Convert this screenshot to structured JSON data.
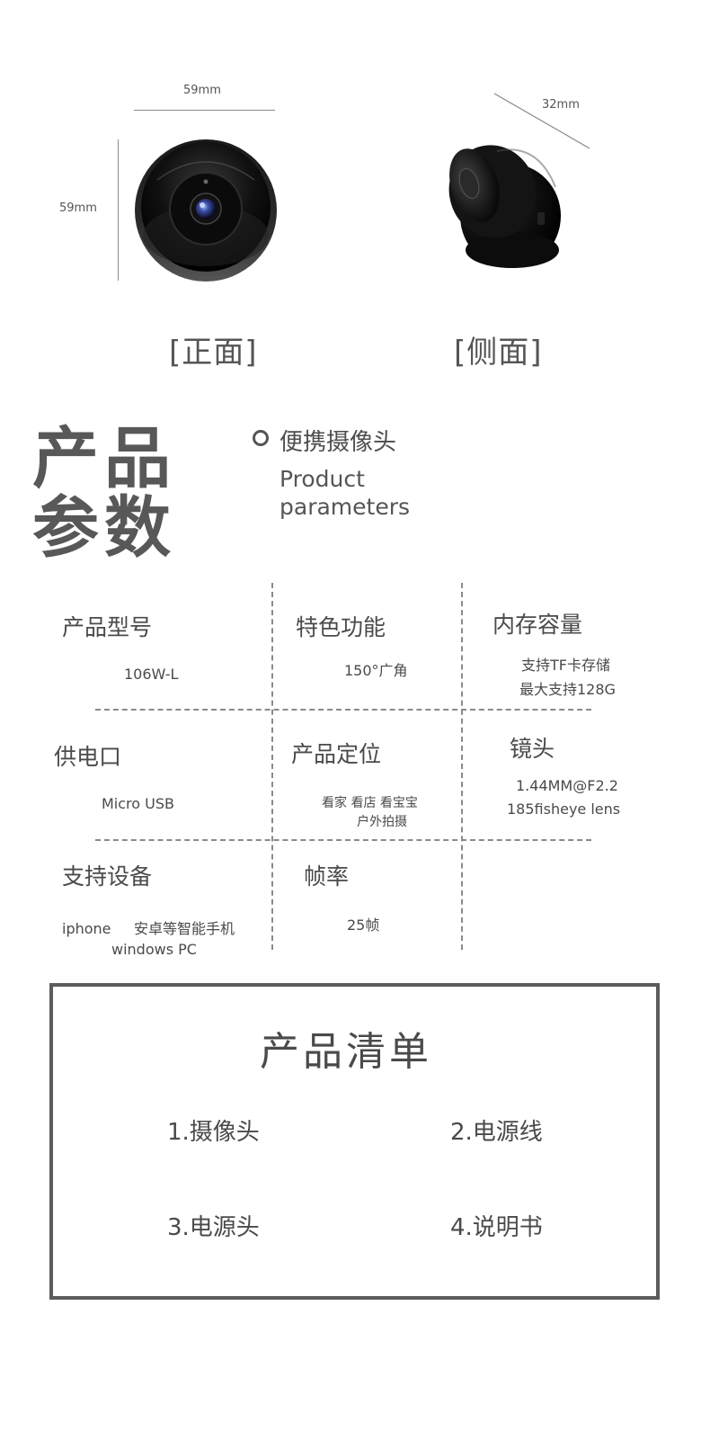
{
  "dimensions": {
    "front_width": "59mm",
    "front_height": "59mm",
    "side_depth": "32mm"
  },
  "views": {
    "front_caption": "[正面]",
    "side_caption": "[侧面]"
  },
  "header": {
    "title_line1": "产品",
    "title_line2": "参数",
    "subtitle_cn": "便携摄像头",
    "subtitle_en_line1": "Product",
    "subtitle_en_line2": "parameters"
  },
  "specs": {
    "model": {
      "label": "产品型号",
      "value": "106W-L"
    },
    "feature": {
      "label": "特色功能",
      "value": "150°广角"
    },
    "storage": {
      "label": "内存容量",
      "value_line1": "支持TF卡存储",
      "value_line2": "最大支持128G"
    },
    "power": {
      "label": "供电口",
      "value": "Micro  USB"
    },
    "positioning": {
      "label": "产品定位",
      "value_line1": "看家  看店  看宝宝",
      "value_line2": "户外拍摄"
    },
    "lens": {
      "label": "镜头",
      "value_line1": "1.44MM@F2.2",
      "value_line2": "185fisheye  lens"
    },
    "devices": {
      "label": "支持设备",
      "value_line1": "iphone     安卓等智能手机",
      "value_line2": "windows PC"
    },
    "framerate": {
      "label": "帧率",
      "value": "25帧"
    }
  },
  "package": {
    "title": "产品清单",
    "items": [
      "1.摄像头",
      "2.电源线",
      "3.电源头",
      "4.说明书"
    ]
  },
  "colors": {
    "text": "#4a4a4a",
    "dash": "#8a8a8a",
    "box_border": "#5c5c5c",
    "lens_blue": "#3b4fa8"
  }
}
